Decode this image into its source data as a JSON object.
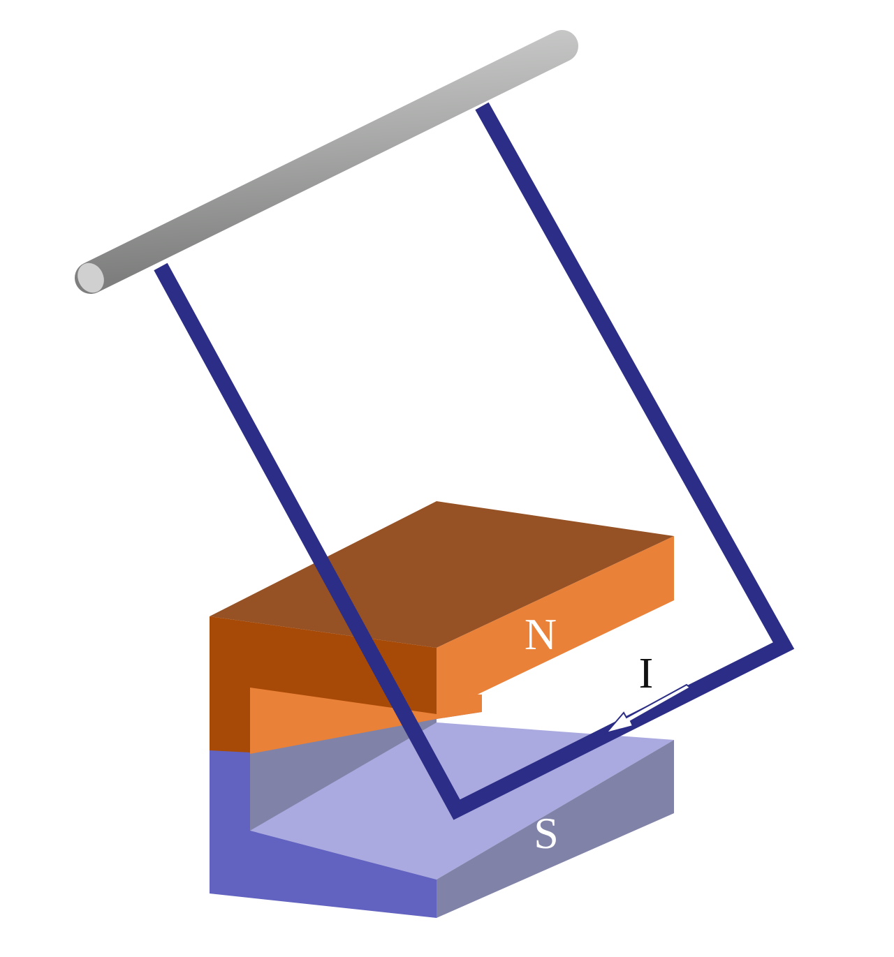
{
  "labels": {
    "north_pole": "N",
    "south_pole": "S",
    "current": "I"
  },
  "colors": {
    "rod": "#a6a7a6",
    "wire_loop": "#2b2d86",
    "north_magnet_top": "#965224",
    "north_magnet_front": "#ea8139",
    "north_magnet_side": "#a84a07",
    "south_magnet_top": "#aaaae0",
    "south_magnet_front": "#8082a8",
    "south_magnet_side": "#6262c0",
    "current_arrow": "#ffffff"
  },
  "components": {
    "rod": "rod-icon",
    "loop": "wire-loop-icon",
    "magnet": "horseshoe-magnet-icon",
    "arrow": "current-arrow-icon"
  }
}
